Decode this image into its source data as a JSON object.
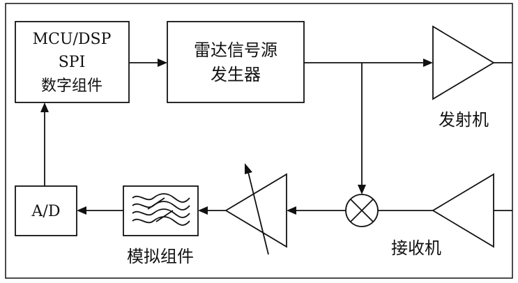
{
  "blocks": {
    "mcu": {
      "lines": [
        "MCU/DSP",
        "SPI",
        "数字组件"
      ]
    },
    "radar_source": {
      "lines": [
        "雷达信号源",
        "发生器"
      ]
    },
    "ad": {
      "label": "A/D"
    }
  },
  "labels": {
    "transmitter": "发射机",
    "receiver": "接收机",
    "analog": "模拟组件"
  }
}
